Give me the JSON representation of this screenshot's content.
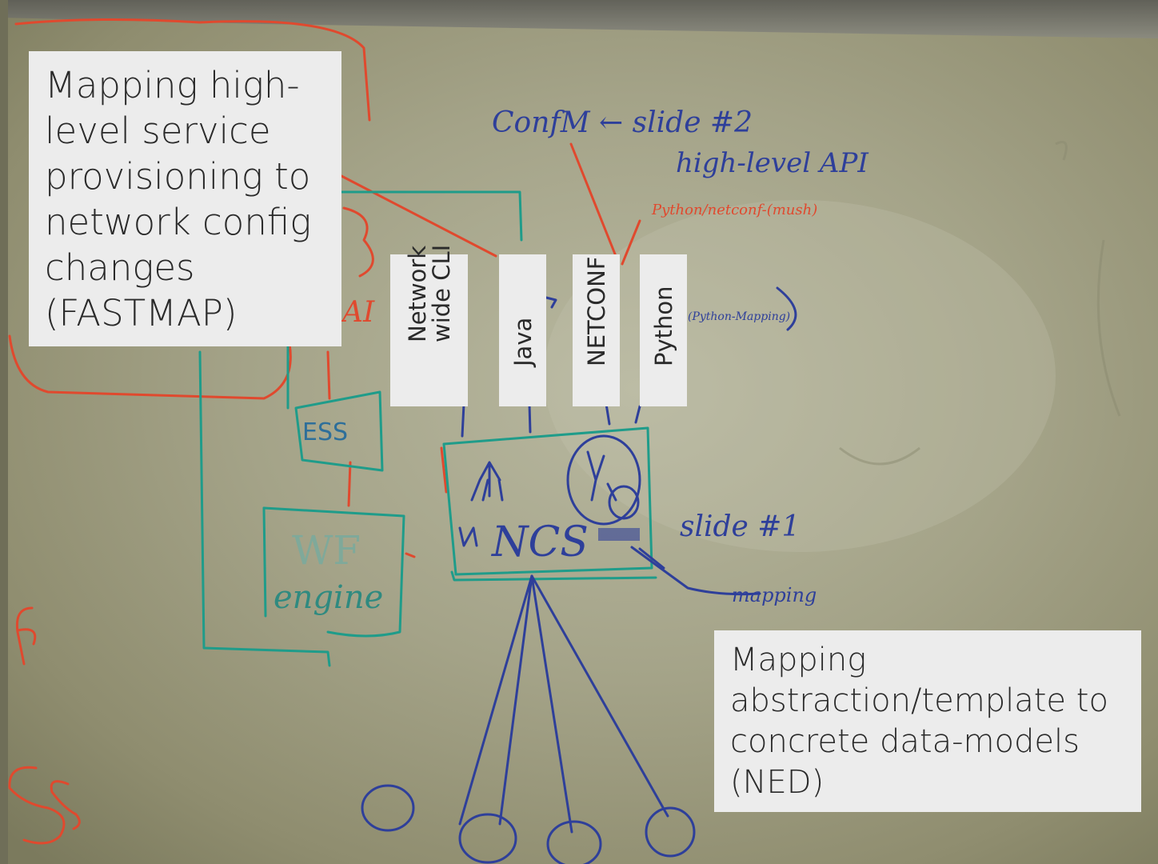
{
  "boxes": {
    "fastmap": "Mapping high-\nlevel service\nprovisioning to\nnetwork config\nchanges\n(FASTMAP)",
    "ned": "Mapping\nabstraction/template to\nconcrete data-models\n(NED)"
  },
  "tabs": [
    {
      "label": "Network\nwide CLI"
    },
    {
      "label": "Java"
    },
    {
      "label": "NETCONF"
    },
    {
      "label": "Python"
    }
  ],
  "whiteboard": {
    "top_right_text_1": "ConfM ← slide #2",
    "top_right_text_2": "high-level API",
    "red_annotation": "Python/netconf-(mush)",
    "left_box_1": "ESS",
    "left_box_2": "WF engine",
    "center_box": "NCS",
    "slide_note": "slide #1",
    "mapping_note": "mapping",
    "paren_note": "(Python-Mapping)"
  },
  "colors": {
    "board": "#9d9c80",
    "box_background": "#ececec",
    "marker_red": "#e0492e",
    "marker_blue": "#2e3f9a",
    "marker_teal": "#1f9c8a"
  }
}
